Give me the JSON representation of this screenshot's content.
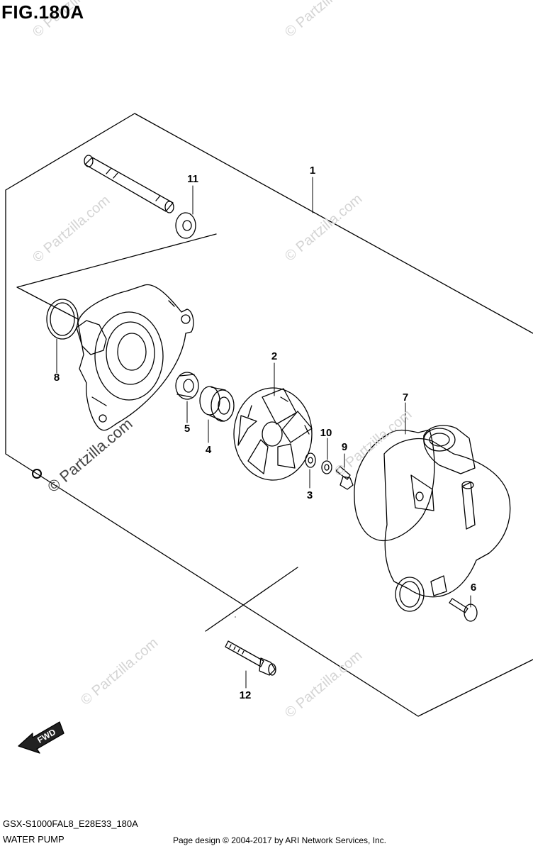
{
  "figure": {
    "title": "FIG.180A",
    "code": "GSX-S1000FAL8_E28E33_180A",
    "name": "WATER PUMP",
    "credit": "Page design © 2004-2017 by ARI Network Services, Inc."
  },
  "watermark": {
    "text": "© Partzilla.com"
  },
  "direction_label": "FWD",
  "callouts": [
    {
      "id": "callout-1",
      "label": "1"
    },
    {
      "id": "callout-2",
      "label": "2"
    },
    {
      "id": "callout-3",
      "label": "3"
    },
    {
      "id": "callout-4",
      "label": "4"
    },
    {
      "id": "callout-5",
      "label": "5"
    },
    {
      "id": "callout-6",
      "label": "6"
    },
    {
      "id": "callout-7",
      "label": "7"
    },
    {
      "id": "callout-8",
      "label": "8"
    },
    {
      "id": "callout-9",
      "label": "9"
    },
    {
      "id": "callout-10",
      "label": "10"
    },
    {
      "id": "callout-11",
      "label": "11"
    },
    {
      "id": "callout-12",
      "label": "12"
    }
  ]
}
